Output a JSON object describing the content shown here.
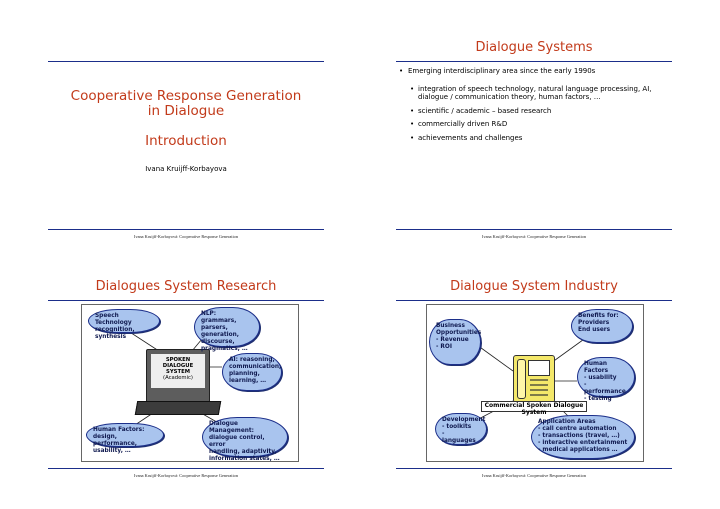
{
  "slide1": {
    "title_line1": "Cooperative Response Generation",
    "title_line2": "in Dialogue",
    "subtitle": "Introduction",
    "author": "Ivana Kruijff-Korbayova",
    "footer": "Ivana Kruijff-Korbayová: Cooperative Response Generation"
  },
  "slide2": {
    "title": "Dialogue Systems",
    "bullet_main": "Emerging interdisciplinary area since the early 1990s",
    "sub1_line1": "integration of speech technology, natural language processing, AI,",
    "sub1_line2": "dialogue / communication theory, human factors, …",
    "sub2": "scientific / academic – based research",
    "sub3": "commercially driven R&D",
    "sub4": "achievements and challenges",
    "footer": "Ivana Kruijff-Korbayová: Cooperative Response Generation"
  },
  "slide3": {
    "title": "Dialogues System Research",
    "speech_1": "Speech Technology",
    "speech_2": "recognition, synthesis",
    "nlp_1": "NLP: grammars,",
    "nlp_2": "parsers, generation,",
    "nlp_3": "discourse,",
    "nlp_4": "pragmatics, …",
    "screen_1": "SPOKEN DIALOGUE",
    "screen_2": "SYSTEM",
    "screen_3": "(Academic)",
    "ai_1": "AI: reasoning,",
    "ai_2": "communication,",
    "ai_3": "planning,",
    "ai_4": "learning, …",
    "hf_1": "Human Factors: design,",
    "hf_2": "performance, usability, …",
    "dm_1": "Dialogue Management:",
    "dm_2": "dialogue control, error",
    "dm_3": "handling, adaptivity,",
    "dm_4": "information states, …",
    "footer": "Ivana Kruijff-Korbayová: Cooperative Response Generation"
  },
  "slide4": {
    "title": "Dialogue System Industry",
    "bo_1": "Business",
    "bo_2": "Opportunities",
    "bo_3": "- Revenue",
    "bo_4": "- ROI",
    "bf_1": "Benefits for:",
    "bf_2": "Providers",
    "bf_3": "End users",
    "hf_1": "Human Factors",
    "hf_2": "- usability",
    "hf_3": "- performance",
    "hf_4": "- testing",
    "center_label": "Commercial Spoken Dialogue System",
    "dev_1": "Development",
    "dev_2": "- toolkits",
    "dev_3": "- languages",
    "app_1": "Application Areas",
    "app_2": "- call centre automation",
    "app_3": "- transactions (travel, …)",
    "app_4": "- interactive entertainment",
    "app_5": "- medical applications …",
    "footer": "Ivana Kruijff-Korbayová: Cooperative Response Generation"
  }
}
